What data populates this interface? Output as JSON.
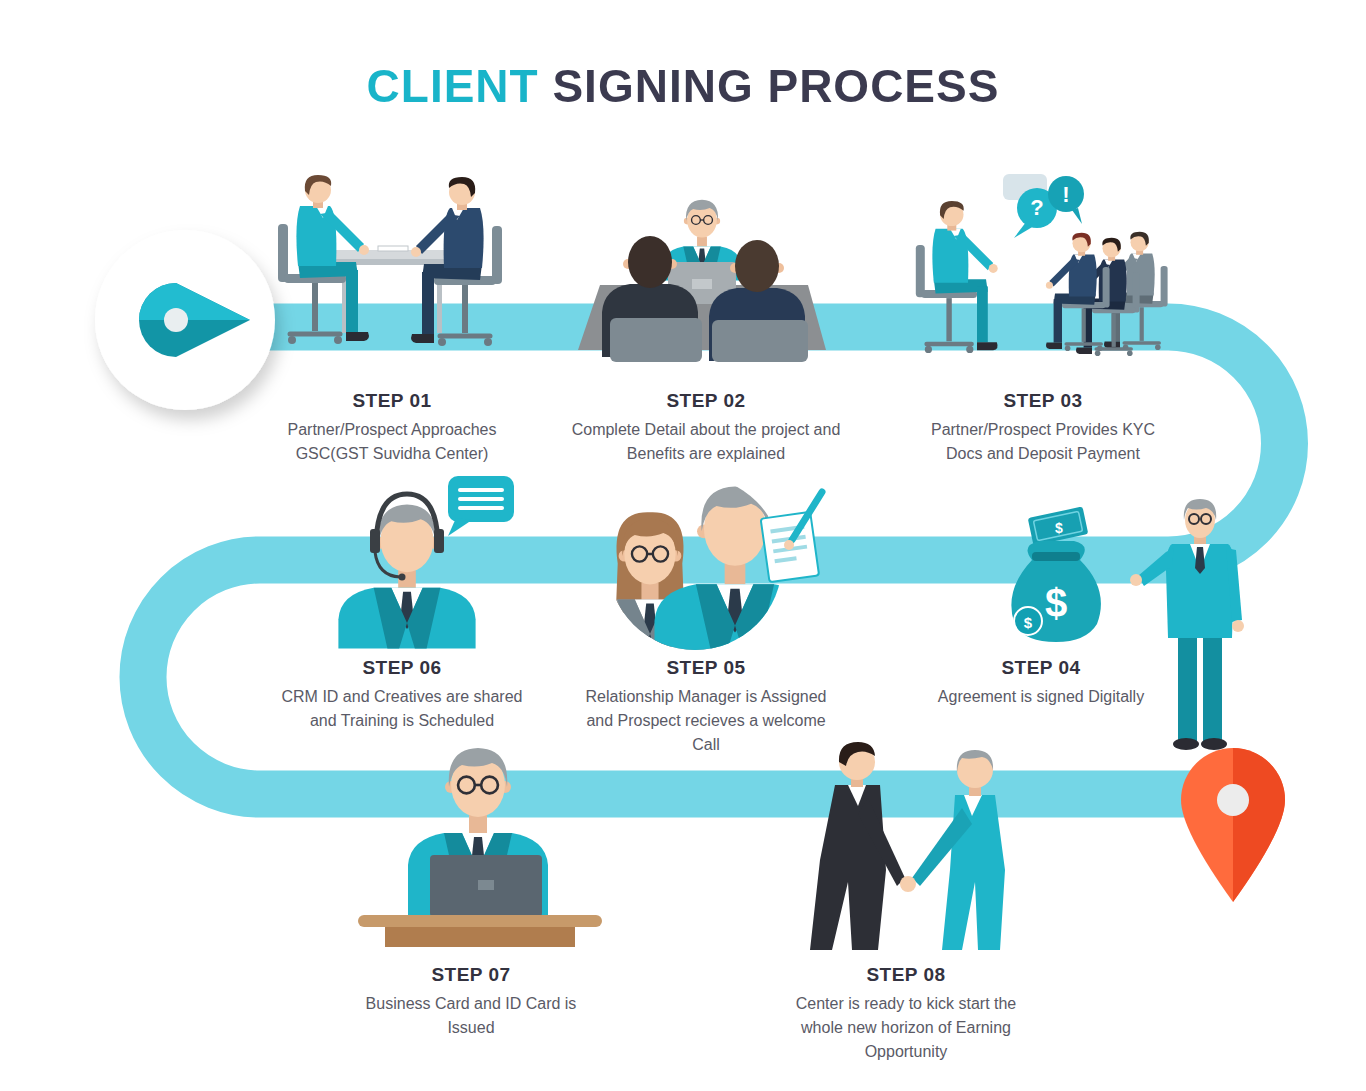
{
  "diagram": {
    "title": "CLIENT SIGNING PROCESS",
    "nodes": [
      {
        "text": [
          "STEP 01",
          "Partner/Prospect Approaches GSC(GST Suvidha Center)"
        ]
      },
      {
        "text": [
          "STEP 02",
          "Complete Detail about the project and Benefits are explained"
        ]
      },
      {
        "text": [
          "STEP 03",
          "Partner/Prospect Provides KYC Docs and Deposit Payment"
        ]
      },
      {
        "text": [
          "STEP 04",
          "Agreement is signed Digitally"
        ]
      },
      {
        "text": [
          "STEP 05",
          "Relationship Manager is Assigned and Prospect recieves a welcome Call"
        ]
      },
      {
        "text": [
          "STEP 06",
          "CRM ID and Creatives are shared and Training is Scheduled"
        ]
      },
      {
        "text": [
          "STEP 07",
          "Business Card and ID Card is Issued"
        ]
      },
      {
        "text": [
          "STEP 08",
          "Center is ready to kick start the whole new horizon of Earning Opportunity"
        ]
      }
    ],
    "labels": [
      "?",
      "!",
      "$",
      "$",
      "$"
    ]
  }
}
